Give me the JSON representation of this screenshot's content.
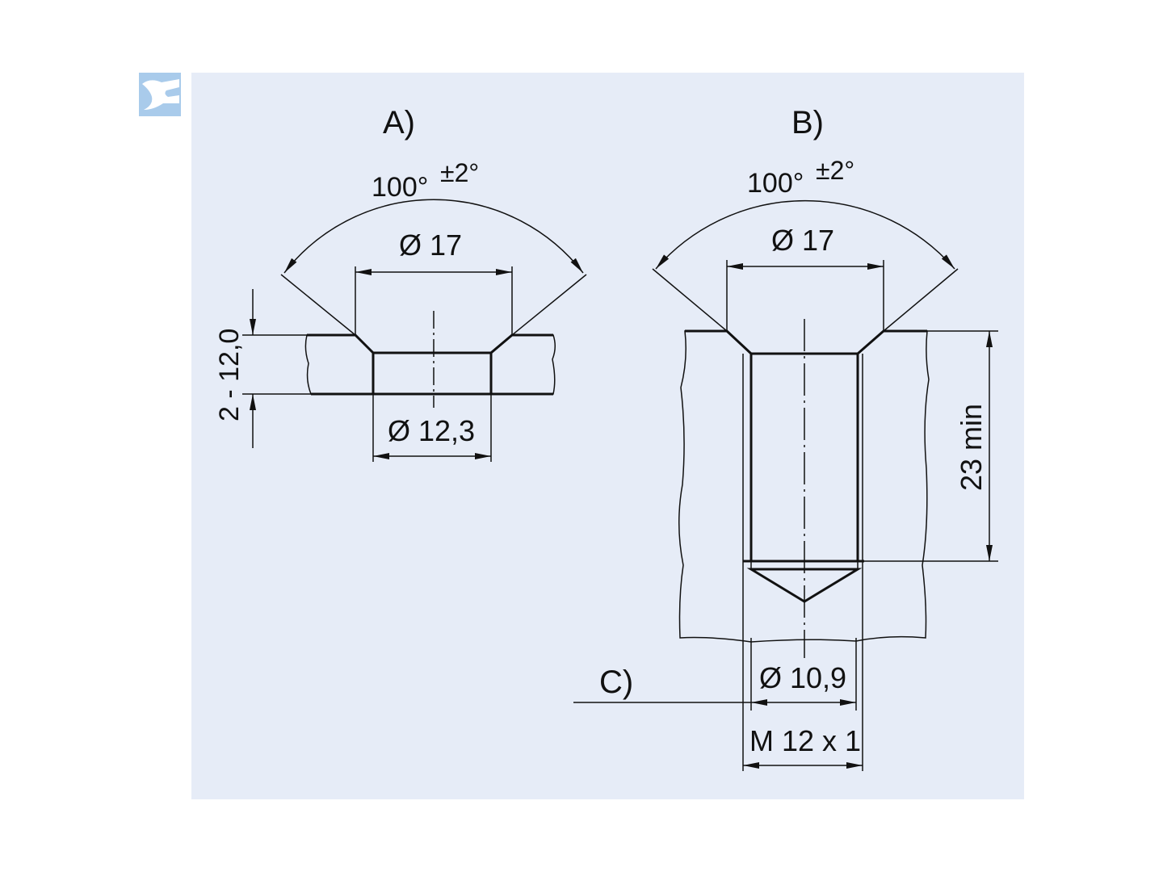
{
  "colors": {
    "panel": "#e6ecf7",
    "logo": "#a9cbeb",
    "ink": "#111111"
  },
  "logo_icon": "wrench-icon",
  "detail_a": {
    "label": "A)",
    "angle": "100°",
    "angle_tolerance": "±2°",
    "countersink_diameter": "Ø 17",
    "bore_diameter": "Ø 12,3",
    "thickness_range": "2 - 12,0"
  },
  "detail_b": {
    "label": "B)",
    "angle": "100°",
    "angle_tolerance": "±2°",
    "countersink_diameter": "Ø 17",
    "depth": "23 min",
    "core_diameter": "Ø 10,9",
    "thread": "M 12 x 1"
  },
  "detail_c": {
    "label": "C)"
  }
}
